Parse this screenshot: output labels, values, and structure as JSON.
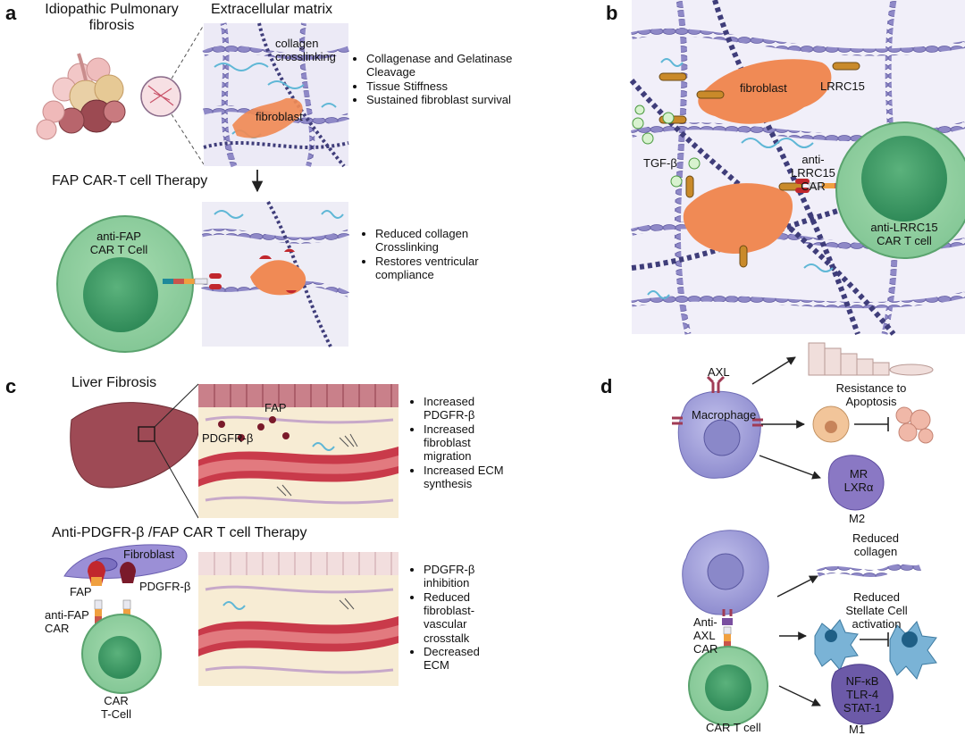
{
  "panel_labels": {
    "a": "a",
    "b": "b",
    "c": "c",
    "d": "d"
  },
  "panel_a": {
    "title_ipf_line1": "Idiopathic Pulmonary",
    "title_ipf_line2": "fibrosis",
    "title_ecm": "Extracellular matrix",
    "collagen_label_line1": "collagen",
    "collagen_label_line2": "crosslinking",
    "fibroblast_label": "fibroblast",
    "ecm_bullets": [
      {
        "line1": "Collagenase and Gelatinase",
        "line2": "Cleavage"
      },
      {
        "line1": "Tissue Stiffness",
        "line2": ""
      },
      {
        "line1": "Sustained fibroblast survival",
        "line2": ""
      }
    ],
    "therapy_title": "FAP CAR-T cell Therapy",
    "cell_label_line1": "anti-FAP",
    "cell_label_line2": "CAR T Cell",
    "outcome_bullets": [
      {
        "line1": "Reduced collagen",
        "line2": "Crosslinking"
      },
      {
        "line1": "Restores ventricular",
        "line2": "compliance"
      }
    ]
  },
  "panel_b": {
    "fibroblast_label": "fibroblast",
    "lrrc15_label": "LRRC15",
    "tgf_label": "TGF-β",
    "car_label_line1": "anti-",
    "car_label_line2": "LRRC15",
    "car_label_line3": "CAR",
    "cell_label_line1": "anti-LRRC15",
    "cell_label_line2": "CAR T cell"
  },
  "panel_c": {
    "title": "Liver Fibrosis",
    "fap_label": "FAP",
    "pdgfrb_label": "PDGFR-β",
    "top_bullets": [
      {
        "line1": "Increased",
        "line2": "PDGFR-β",
        "line3": ""
      },
      {
        "line1": "Increased",
        "line2": "fibroblast",
        "line3": "migration"
      },
      {
        "line1": "Increased ECM",
        "line2": "synthesis",
        "line3": ""
      }
    ],
    "therapy_title": "Anti-PDGFR-β /FAP CAR T cell Therapy",
    "fibroblast_label": "Fibroblast",
    "fap_receptor_label": "FAP",
    "pdgfrb_receptor_label": "PDGFR-β",
    "car_label_line1": "anti-FAP",
    "car_label_line2": "CAR",
    "cell_label_line1": "CAR",
    "cell_label_line2": "T-Cell",
    "bottom_bullets": [
      {
        "line1": "PDGFR-β",
        "line2": "inhibition",
        "line3": ""
      },
      {
        "line1": "Reduced",
        "line2": "fibroblast-",
        "line3": "vascular"
      },
      {
        "line1": "crosstalk",
        "line2": "",
        "line3": ""
      },
      {
        "line1": "Decreased",
        "line2": "ECM",
        "line3": ""
      }
    ]
  },
  "panel_d": {
    "axl_label": "AXL",
    "macrophage_label": "Macrophage",
    "resistance_line1": "Resistance to",
    "resistance_line2": "Apoptosis",
    "m2_marker_line1": "MR",
    "m2_marker_line2": "LXRα",
    "m2_label": "M2",
    "reduced_collagen_line1": "Reduced",
    "reduced_collagen_line2": "collagen",
    "car_label_line1": "Anti-",
    "car_label_line2": "AXL",
    "car_label_line3": "CAR",
    "stellate_line1": "Reduced",
    "stellate_line2": "Stellate Cell",
    "stellate_line3": "activation",
    "m1_marker_line1": "NF-κB",
    "m1_marker_line2": "TLR-4",
    "m1_marker_line3": "STAT-1",
    "m1_label": "M1",
    "car_t_label": "CAR T cell"
  },
  "colors": {
    "car_t_fill": "#8fd19e",
    "car_t_nucleus": "#3f9a65",
    "fibroblast": "#f08a55",
    "collagen": "#7a74b8",
    "fiber_dots": "#3f3d7a",
    "ecm_cyan": "#5fb7d6",
    "macrophage": "#a9a8df",
    "m1_cell": "#6c5aa8",
    "m2_cell": "#8a78c4",
    "vessel": "#c93a4a",
    "liver": "#9e4a55"
  }
}
